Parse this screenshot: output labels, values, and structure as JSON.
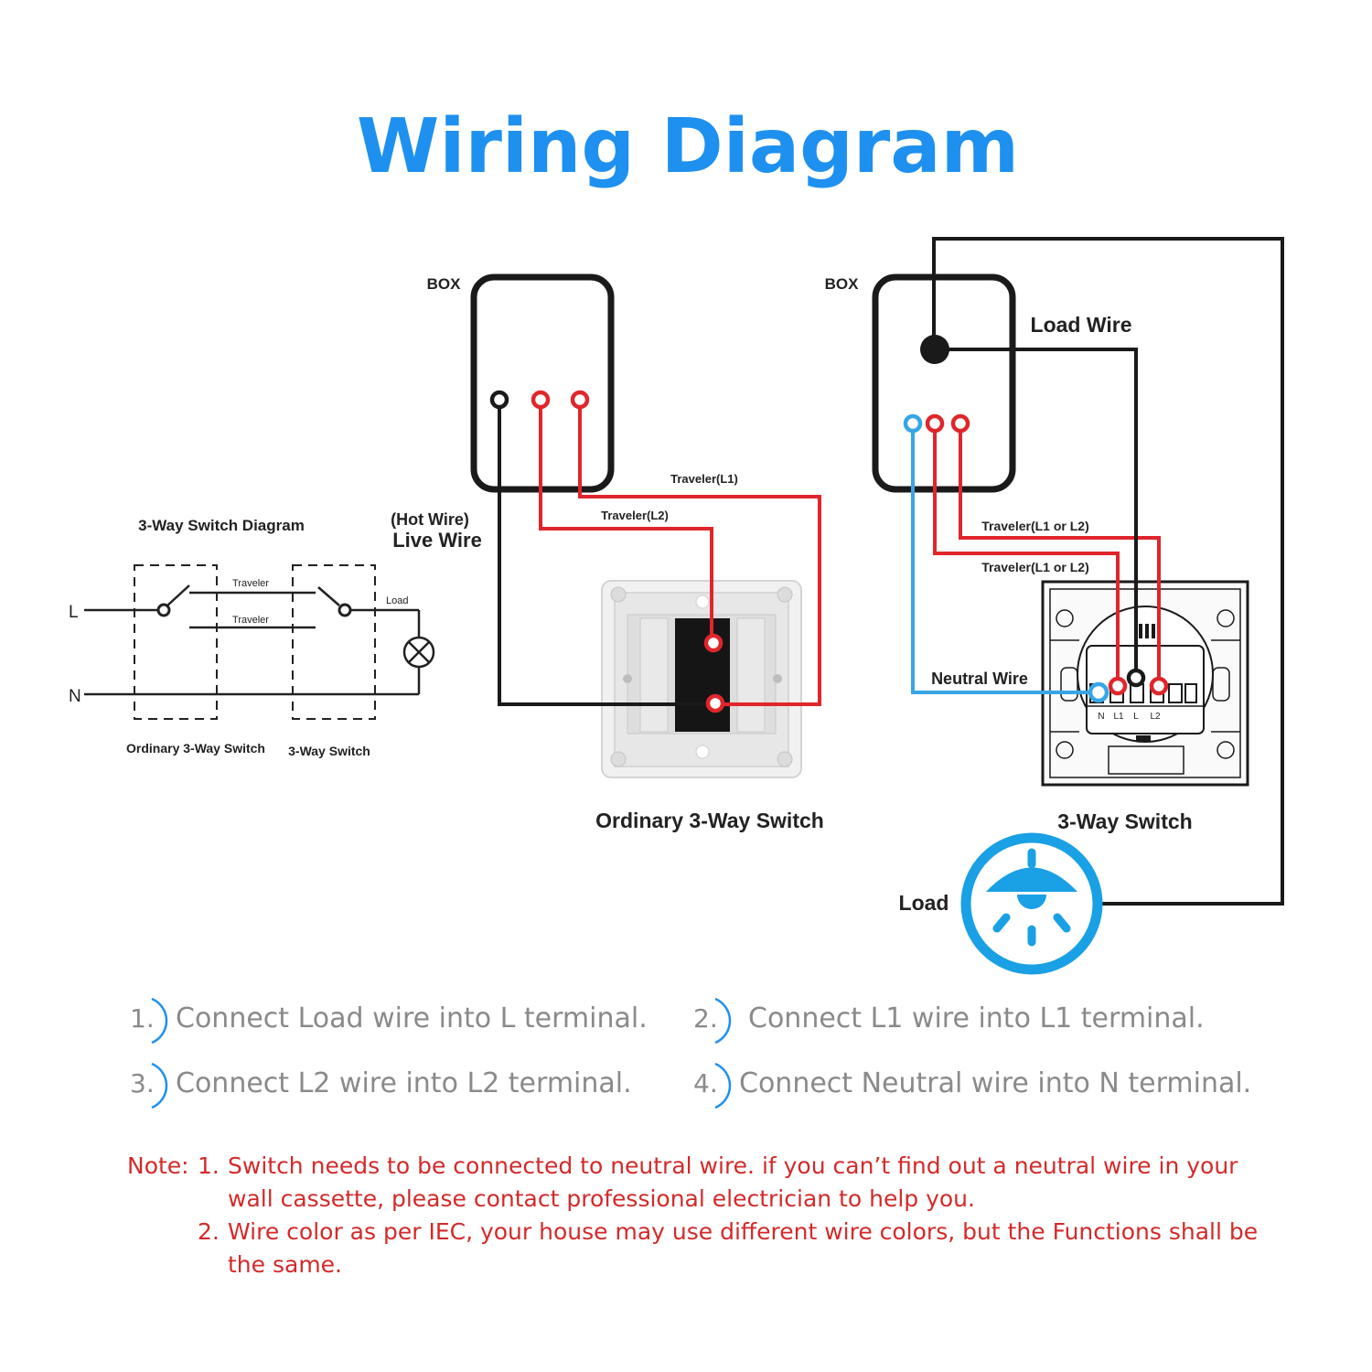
{
  "title": "Wiring Diagram",
  "left_diagram": {
    "heading": "3-Way Switch Diagram",
    "l_label": "L",
    "n_label": "N",
    "traveler_1": "Traveler",
    "traveler_2": "Traveler",
    "load": "Load",
    "caption_ordinary": "Ordinary 3-Way Switch",
    "caption_3way": "3-Way Switch"
  },
  "middle": {
    "box_label": "BOX",
    "hot_wire": "(Hot Wire)",
    "live_wire": "Live  Wire",
    "traveler_l1": "Traveler(L1)",
    "traveler_l2": "Traveler(L2)",
    "caption": "Ordinary 3-Way Switch"
  },
  "right": {
    "box_label": "BOX",
    "load_wire": "Load Wire",
    "traveler_a": "Traveler(L1 or L2)",
    "traveler_b": "Traveler(L1 or L2)",
    "neutral_wire": "Neutral Wire",
    "terminals": [
      "N",
      "L1",
      "L",
      "L2"
    ],
    "caption": "3-Way Switch",
    "load": "Load"
  },
  "steps": [
    {
      "num": "1.",
      "text": "Connect Load wire into L terminal."
    },
    {
      "num": "2.",
      "text": "Connect L1 wire into L1 terminal."
    },
    {
      "num": "3.",
      "text": "Connect L2 wire into L2 terminal."
    },
    {
      "num": "4.",
      "text": "Connect Neutral wire into N terminal."
    }
  ],
  "notes": {
    "prefix": "Note:",
    "n1_num": "1.",
    "n1_line1": "Switch needs to be connected to neutral wire. if you can’t find out a neutral wire in your",
    "n1_line2": "wall cassette, please contact professional electrician to help you.",
    "n2_num": "2.",
    "n2_line1": "Wire color as per IEC, your house may use different wire colors, but the Functions shall be",
    "n2_line2": "the same."
  },
  "colors": {
    "title_blue": "#1e90ef",
    "wire_red": "#e0262b",
    "wire_blue": "#36a6e6",
    "wire_black": "#1a1a1a",
    "step_gray": "#8a8a8a",
    "note_red": "#d32a2a"
  }
}
